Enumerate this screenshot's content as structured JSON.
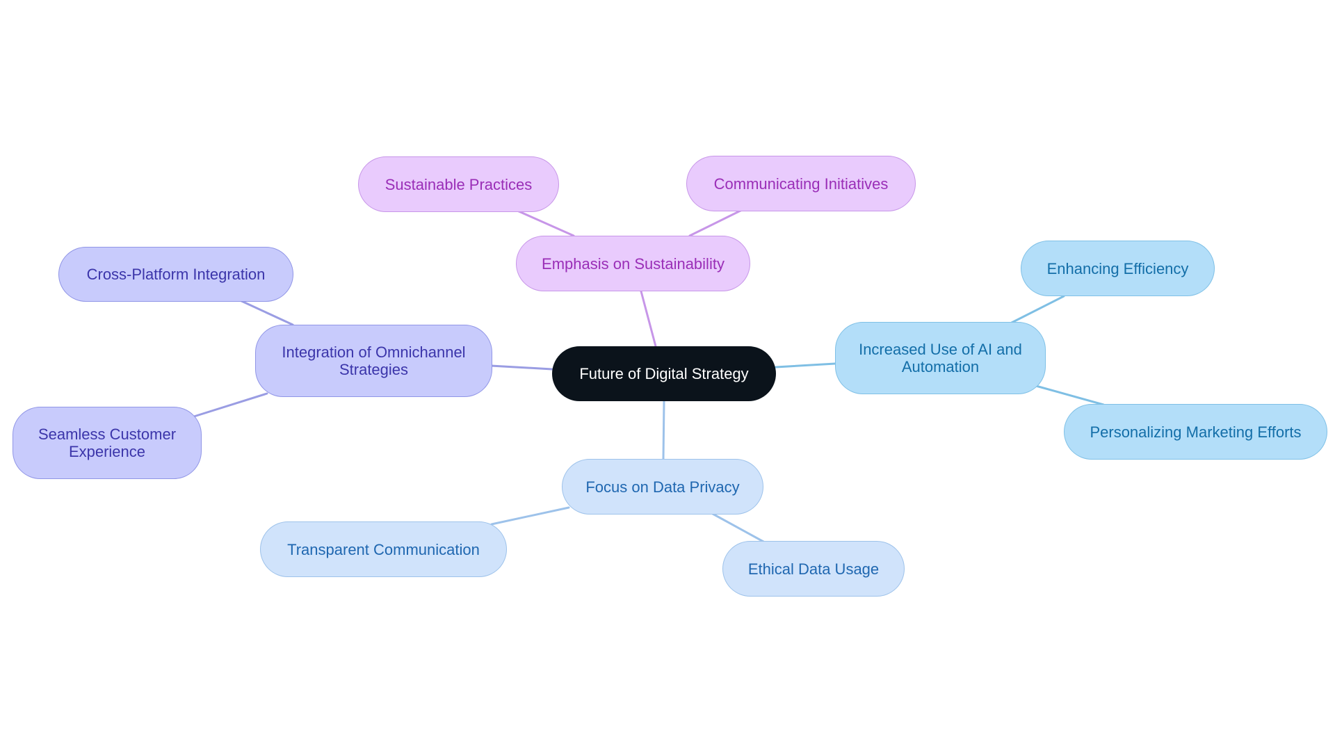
{
  "diagram": {
    "root": {
      "label": "Future of Digital Strategy",
      "color": "#0b131b"
    },
    "branches": [
      {
        "label": "Emphasis on Sustainability",
        "color": "#c796e8",
        "children": [
          "Sustainable Practices",
          "Communicating Initiatives"
        ]
      },
      {
        "label": "Integration of Omnichannel Strategies",
        "color": "#9a9de3",
        "children": [
          "Cross-Platform Integration",
          "Seamless Customer Experience"
        ]
      },
      {
        "label": "Increased Use of AI and Automation",
        "color": "#7fbfe4",
        "children": [
          "Enhancing Efficiency",
          "Personalizing Marketing Efforts"
        ]
      },
      {
        "label": "Focus on Data Privacy",
        "color": "#9dc2ea",
        "children": [
          "Transparent Communication",
          "Ethical Data Usage"
        ]
      }
    ]
  }
}
